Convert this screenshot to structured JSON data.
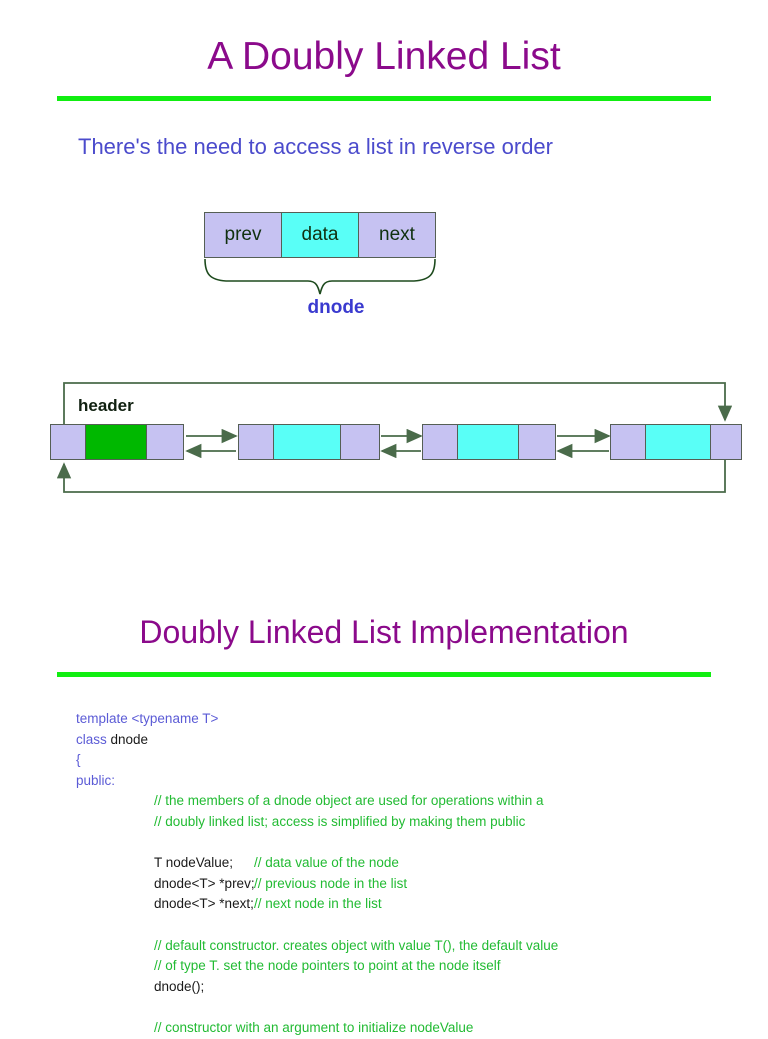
{
  "slide1": {
    "title": "A Doubly Linked List",
    "subtitle": "There's the need to access a list in reverse order",
    "node_diagram": {
      "cells": [
        "prev",
        "data",
        "next"
      ],
      "brace_label": "dnode",
      "cell_colors": {
        "pointer": "#C6C2F2",
        "data": "#59FFF7",
        "border": "#555f55"
      }
    },
    "list_diagram": {
      "header_label": "header",
      "header_data_color": "#00B800",
      "node_data_color": "#59FFF7",
      "pointer_color": "#C6C2F2",
      "node_count": 4
    },
    "accent_rule_color": "#11EE11",
    "title_color": "#8B0A8B",
    "subtitle_color": "#4B4BCC"
  },
  "slide2": {
    "title": "Doubly Linked List Implementation",
    "code_lines": [
      {
        "indent": 0,
        "parts": [
          {
            "t": "template <typename T>",
            "c": "kw"
          }
        ]
      },
      {
        "indent": 0,
        "parts": [
          {
            "t": "class ",
            "c": "kw"
          },
          {
            "t": "dnode",
            "c": "id"
          }
        ]
      },
      {
        "indent": 0,
        "parts": [
          {
            "t": "{",
            "c": "kw"
          }
        ]
      },
      {
        "indent": 0,
        "parts": [
          {
            "t": "public:",
            "c": "kw"
          }
        ]
      },
      {
        "indent": 1,
        "parts": [
          {
            "t": "// the members of a dnode object are used for operations within a",
            "c": "cm"
          }
        ]
      },
      {
        "indent": 1,
        "parts": [
          {
            "t": "// doubly linked list; access is simplified by making them public",
            "c": "cm"
          }
        ]
      },
      {
        "indent": 0,
        "parts": []
      },
      {
        "indent": 1,
        "parts": [
          {
            "t": "T nodeValue;",
            "c": "decl"
          },
          {
            "t": "// data value of the node",
            "c": "cm"
          }
        ]
      },
      {
        "indent": 1,
        "parts": [
          {
            "t": "dnode<T> *prev;",
            "c": "decl"
          },
          {
            "t": "// previous node in the list",
            "c": "cm"
          }
        ]
      },
      {
        "indent": 1,
        "parts": [
          {
            "t": "dnode<T> *next;",
            "c": "decl"
          },
          {
            "t": "// next node in the list",
            "c": "cm"
          }
        ]
      },
      {
        "indent": 0,
        "parts": []
      },
      {
        "indent": 1,
        "parts": [
          {
            "t": "// default constructor. creates object with value T(), the default value",
            "c": "cm"
          }
        ]
      },
      {
        "indent": 1,
        "parts": [
          {
            "t": "// of type T. set the node pointers to point at the node itself",
            "c": "cm"
          }
        ]
      },
      {
        "indent": 1,
        "parts": [
          {
            "t": "dnode();",
            "c": "id"
          }
        ]
      },
      {
        "indent": 0,
        "parts": []
      },
      {
        "indent": 1,
        "parts": [
          {
            "t": "// constructor with an argument to initialize nodeValue",
            "c": "cm"
          }
        ]
      }
    ],
    "comment_color": "#22BB33",
    "keyword_color": "#5B5BD6",
    "title_color": "#8B0A8B"
  }
}
